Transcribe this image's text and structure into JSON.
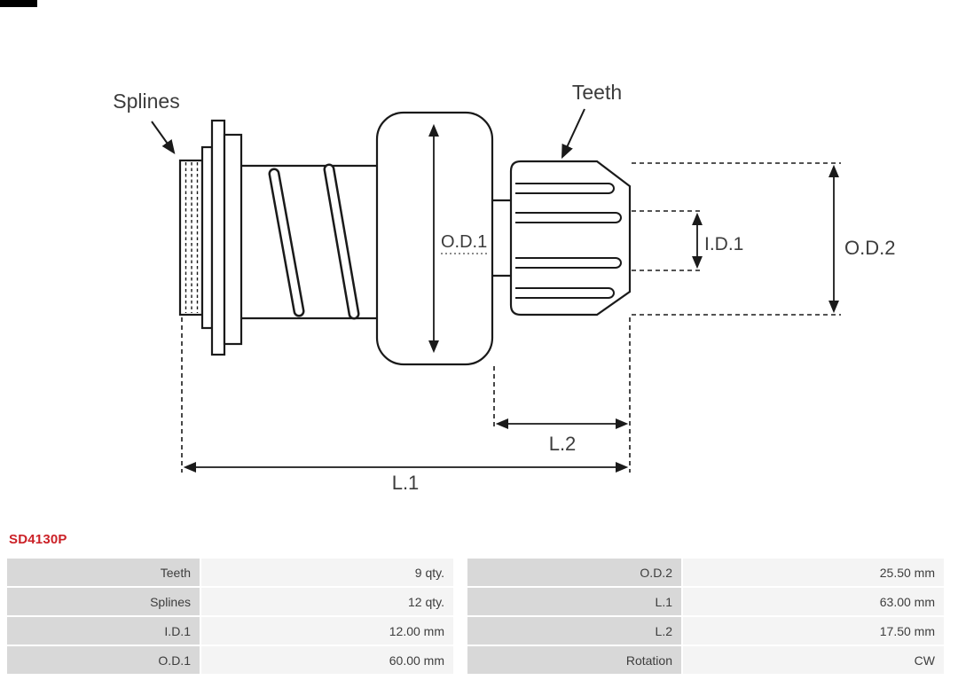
{
  "part_number": "SD4130P",
  "diagram": {
    "labels": {
      "splines": "Splines",
      "teeth": "Teeth",
      "od1": "O.D.1",
      "id1": "I.D.1",
      "od2": "O.D.2",
      "l1": "L.1",
      "l2": "L.2"
    }
  },
  "spec_table": {
    "rows": [
      {
        "c1_label": "Teeth",
        "c1_value": "9 qty.",
        "c2_label": "O.D.2",
        "c2_value": "25.50 mm"
      },
      {
        "c1_label": "Splines",
        "c1_value": "12 qty.",
        "c2_label": "L.1",
        "c2_value": "63.00 mm"
      },
      {
        "c1_label": "I.D.1",
        "c1_value": "12.00 mm",
        "c2_label": "L.2",
        "c2_value": "17.50 mm"
      },
      {
        "c1_label": "O.D.1",
        "c1_value": "60.00 mm",
        "c2_label": "Rotation",
        "c2_value": "CW"
      }
    ]
  },
  "colors": {
    "part_number_red": "#cb2127",
    "label_cell_bg": "#d8d8d8",
    "value_cell_bg": "#f4f4f4",
    "table_text": "#3d3d3d",
    "drawing_stroke": "#1a1a1a"
  }
}
